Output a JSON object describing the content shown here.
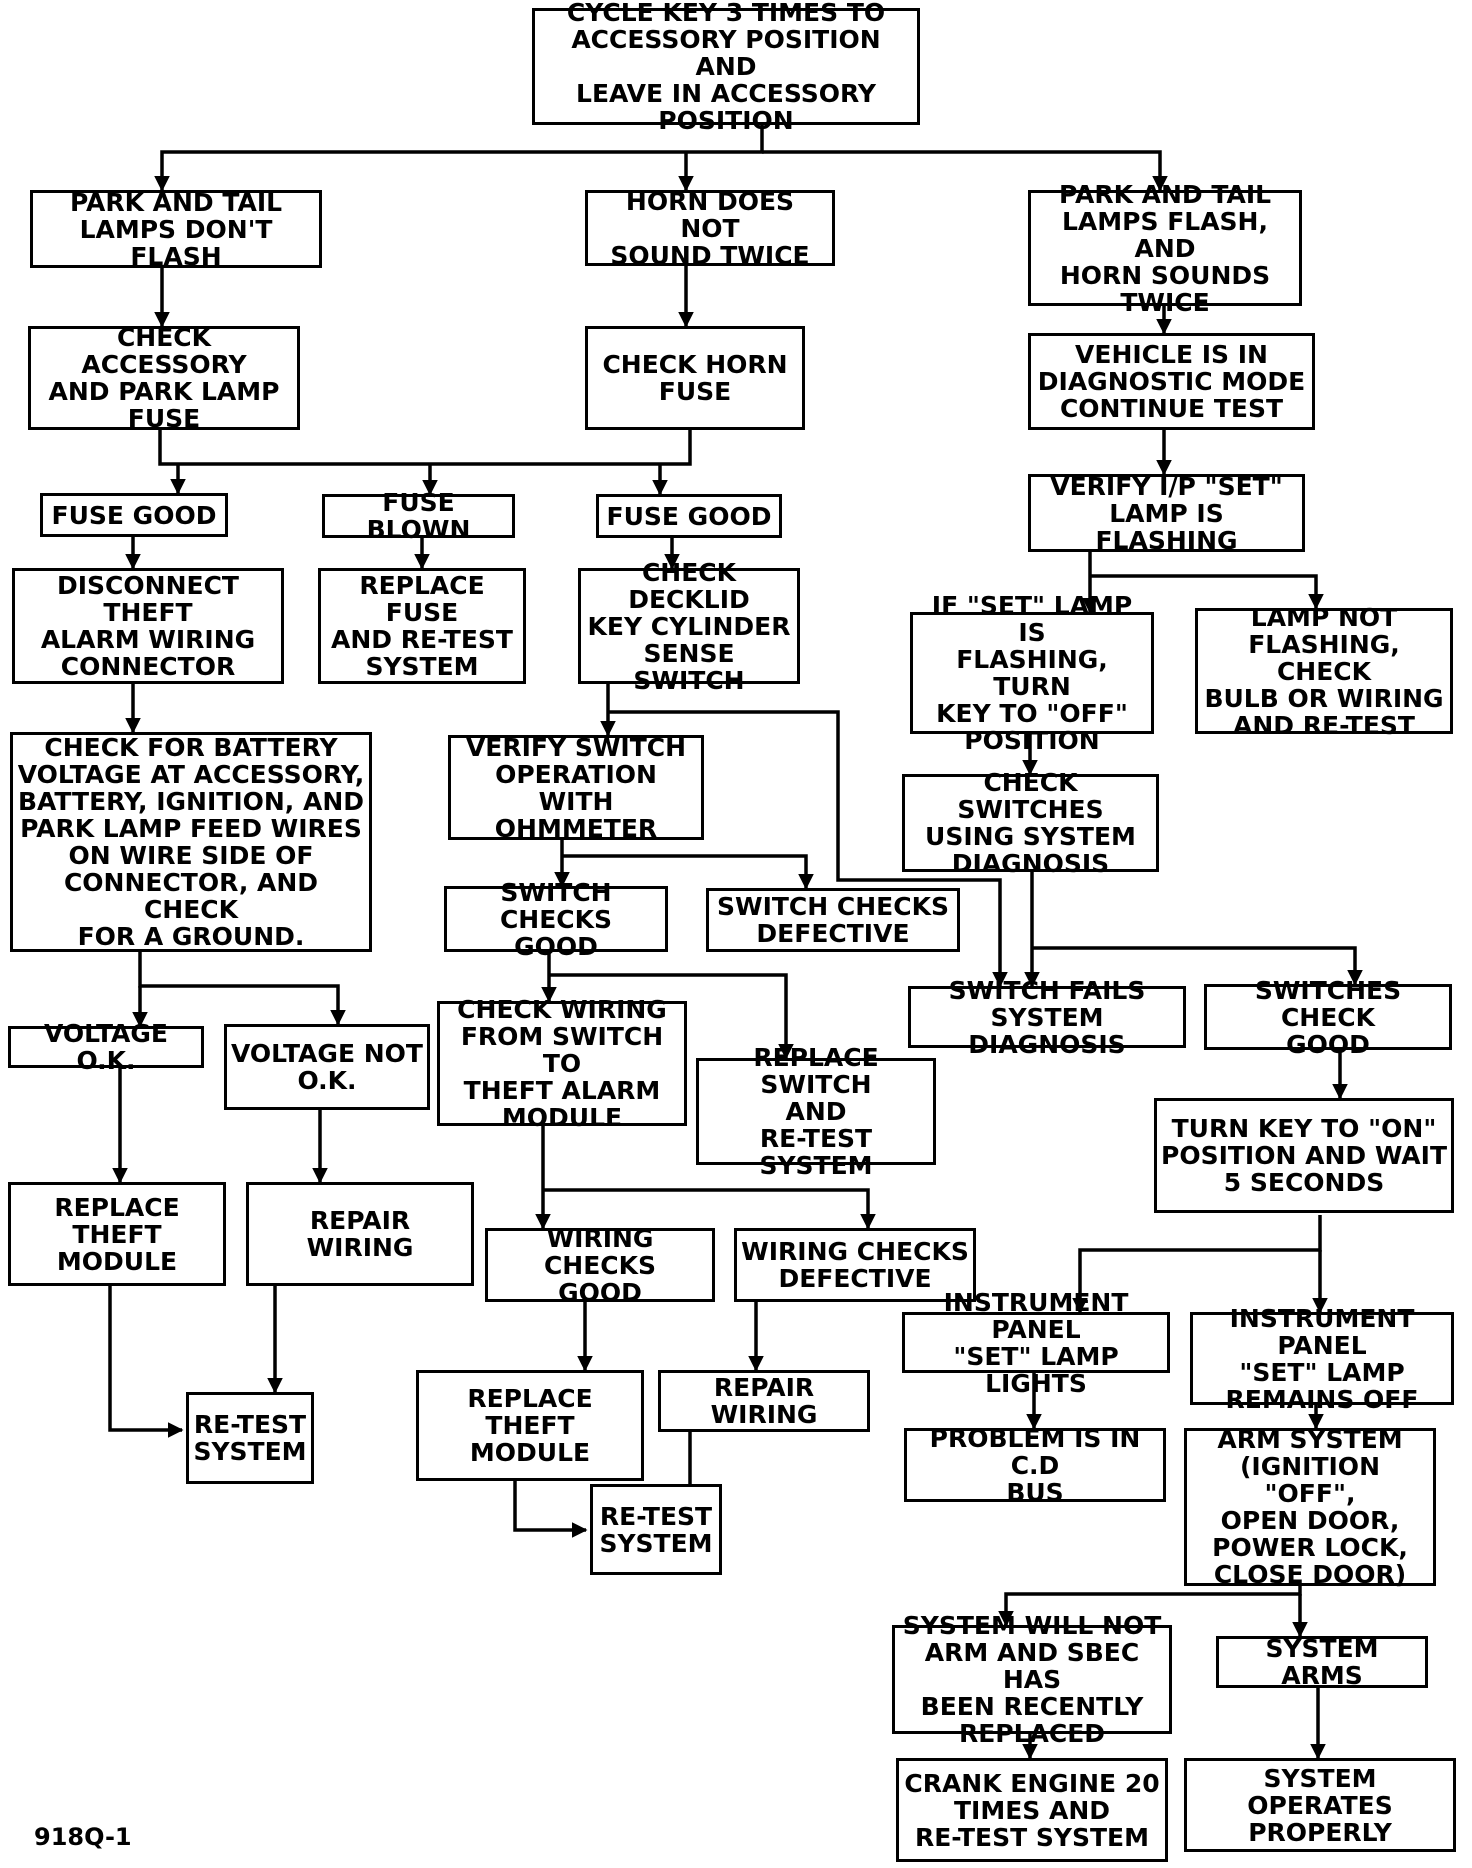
{
  "figure_label": "918Q-1",
  "colors": {
    "ink": "#000000",
    "paper": "#ffffff"
  },
  "boxes": {
    "cycle_key": "CYCLE KEY 3 TIMES TO\nACCESSORY POSITION AND\nLEAVE IN ACCESSORY\nPOSITION",
    "park_tail_dont_flash": "PARK AND TAIL\nLAMPS DON'T FLASH",
    "horn_not_twice": "HORN DOES NOT\nSOUND TWICE",
    "park_tail_flash_horn": "PARK AND TAIL\nLAMPS FLASH, AND\nHORN SOUNDS\nTWICE",
    "check_acc_park_fuse": "CHECK ACCESSORY\nAND PARK LAMP\nFUSE",
    "check_horn_fuse": "CHECK HORN\nFUSE",
    "vehicle_diag_mode": "VEHICLE IS IN\nDIAGNOSTIC MODE\nCONTINUE TEST",
    "fuse_good_1": "FUSE GOOD",
    "fuse_blown": "FUSE BLOWN",
    "fuse_good_2": "FUSE GOOD",
    "verify_set_lamp": "VERIFY I/P \"SET\"\nLAMP IS FLASHING",
    "disconnect_theft": "DISCONNECT THEFT\nALARM WIRING\nCONNECTOR",
    "replace_fuse": "REPLACE FUSE\nAND RE-TEST\nSYSTEM",
    "check_decklid": "CHECK DECKLID\nKEY CYLINDER\nSENSE SWITCH",
    "if_set_flashing": "IF \"SET\" LAMP IS\nFLASHING, TURN\nKEY TO \"OFF\"\nPOSITION",
    "lamp_not_flashing": "LAMP NOT\nFLASHING, CHECK\nBULB OR WIRING\nAND RE-TEST",
    "check_battery_voltage": "CHECK FOR BATTERY\nVOLTAGE AT ACCESSORY,\nBATTERY, IGNITION, AND\nPARK LAMP FEED WIRES\nON WIRE SIDE OF\nCONNECTOR, AND CHECK\nFOR A GROUND.",
    "verify_switch_ohm": "VERIFY SWITCH\nOPERATION WITH\nOHMMETER",
    "check_switches_sysdiag": "CHECK SWITCHES\nUSING SYSTEM\nDIAGNOSIS",
    "switch_checks_good": "SWITCH CHECKS\nGOOD",
    "switch_checks_defective": "SWITCH CHECKS\nDEFECTIVE",
    "switch_fails_diag": "SWITCH FAILS\nSYSTEM DIAGNOSIS",
    "switches_check_good": "SWITCHES CHECK\nGOOD",
    "voltage_ok": "VOLTAGE O.K.",
    "voltage_not_ok": "VOLTAGE NOT\nO.K.",
    "check_wiring_switch": "CHECK WIRING\nFROM SWITCH TO\nTHEFT ALARM\nMODULE",
    "replace_switch": "REPLACE SWITCH\nAND\nRE-TEST SYSTEM",
    "turn_key_on": "TURN KEY TO \"ON\"\nPOSITION AND WAIT\n5 SECONDS",
    "replace_theft_1": "REPLACE THEFT\nMODULE",
    "repair_wiring_1": "REPAIR WIRING",
    "wiring_checks_good": "WIRING CHECKS\nGOOD",
    "wiring_checks_defective": "WIRING CHECKS\nDEFECTIVE",
    "ip_set_lights": "INSTRUMENT PANEL\n\"SET\" LAMP LIGHTS",
    "ip_set_off": "INSTRUMENT PANEL\n\"SET\" LAMP\nREMAINS OFF",
    "retest_1": "RE-TEST\nSYSTEM",
    "replace_theft_2": "REPLACE THEFT\nMODULE",
    "repair_wiring_2": "REPAIR WIRING",
    "problem_ccd": "PROBLEM IS IN C.D\nBUS",
    "arm_system": "ARM SYSTEM\n(IGNITION \"OFF\",\nOPEN DOOR,\nPOWER LOCK,\nCLOSE DOOR)",
    "retest_2": "RE-TEST\nSYSTEM",
    "system_will_not_arm": "SYSTEM WILL NOT\nARM AND SBEC HAS\nBEEN RECENTLY\nREPLACED",
    "system_arms": "SYSTEM ARMS",
    "crank_engine": "CRANK ENGINE 20\nTIMES AND\nRE-TEST SYSTEM",
    "system_operates": "SYSTEM OPERATES\nPROPERLY"
  }
}
